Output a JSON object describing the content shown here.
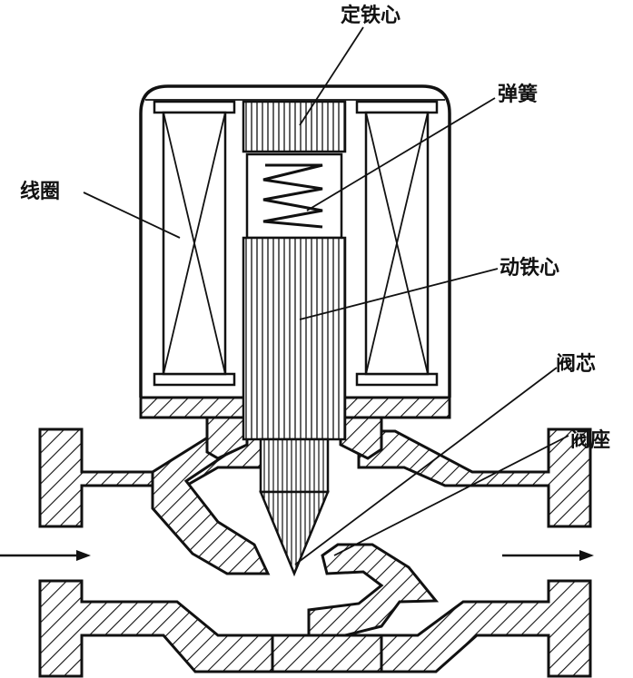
{
  "labels": {
    "fixed_core": "定铁心",
    "spring": "弹簧",
    "coil": "线圈",
    "moving_core": "动铁心",
    "valve_core": "阀芯",
    "valve_seat": "阀座"
  }
}
